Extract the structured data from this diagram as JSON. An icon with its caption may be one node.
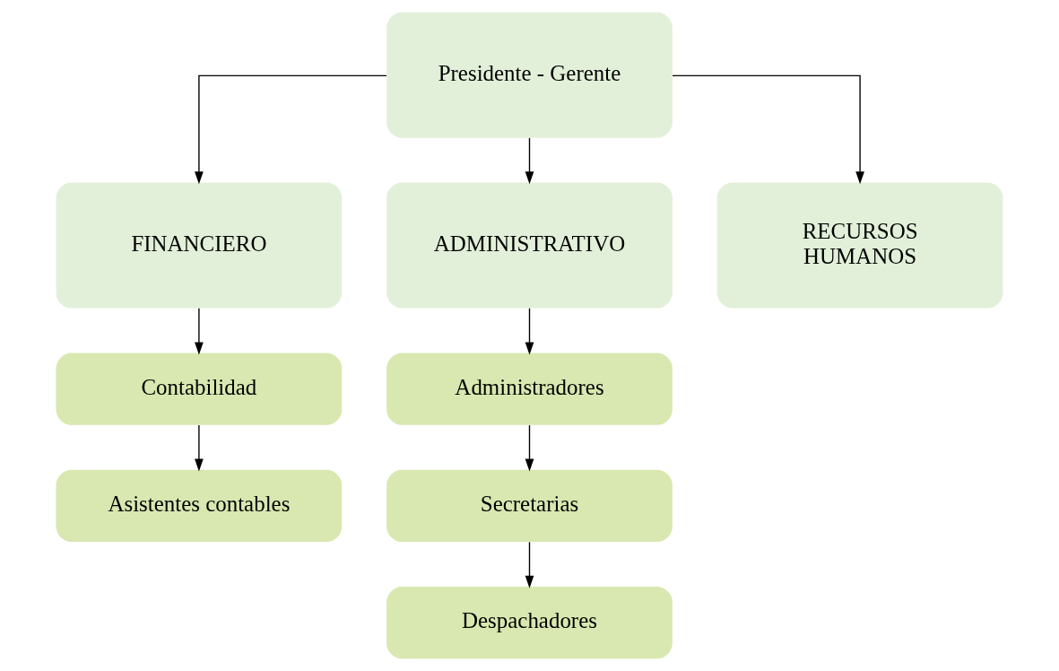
{
  "diagram": {
    "nodes": [
      {
        "text": [
          "Presidente - Gerente"
        ]
      },
      {
        "text": [
          "FINANCIERO"
        ]
      },
      {
        "text": [
          "ADMINISTRATIVO"
        ]
      },
      {
        "text": [
          "RECURSOS HUMANOS"
        ]
      },
      {
        "text": [
          "Contabilidad"
        ]
      },
      {
        "text": [
          "Asistentes contables"
        ]
      },
      {
        "text": [
          "Administradores"
        ]
      },
      {
        "text": [
          "Secretarias"
        ]
      },
      {
        "text": [
          "Despachadores"
        ]
      }
    ],
    "edges": [
      {
        "from": 0,
        "to": 1,
        "arrow": "to"
      },
      {
        "from": 0,
        "to": 2,
        "arrow": "to"
      },
      {
        "from": 0,
        "to": 3,
        "arrow": "to"
      },
      {
        "from": 1,
        "to": 4,
        "arrow": "to"
      },
      {
        "from": 4,
        "to": 5,
        "arrow": "to"
      },
      {
        "from": 2,
        "to": 6,
        "arrow": "to"
      },
      {
        "from": 6,
        "to": 7,
        "arrow": "to"
      },
      {
        "from": 7,
        "to": 8,
        "arrow": "to"
      }
    ]
  }
}
